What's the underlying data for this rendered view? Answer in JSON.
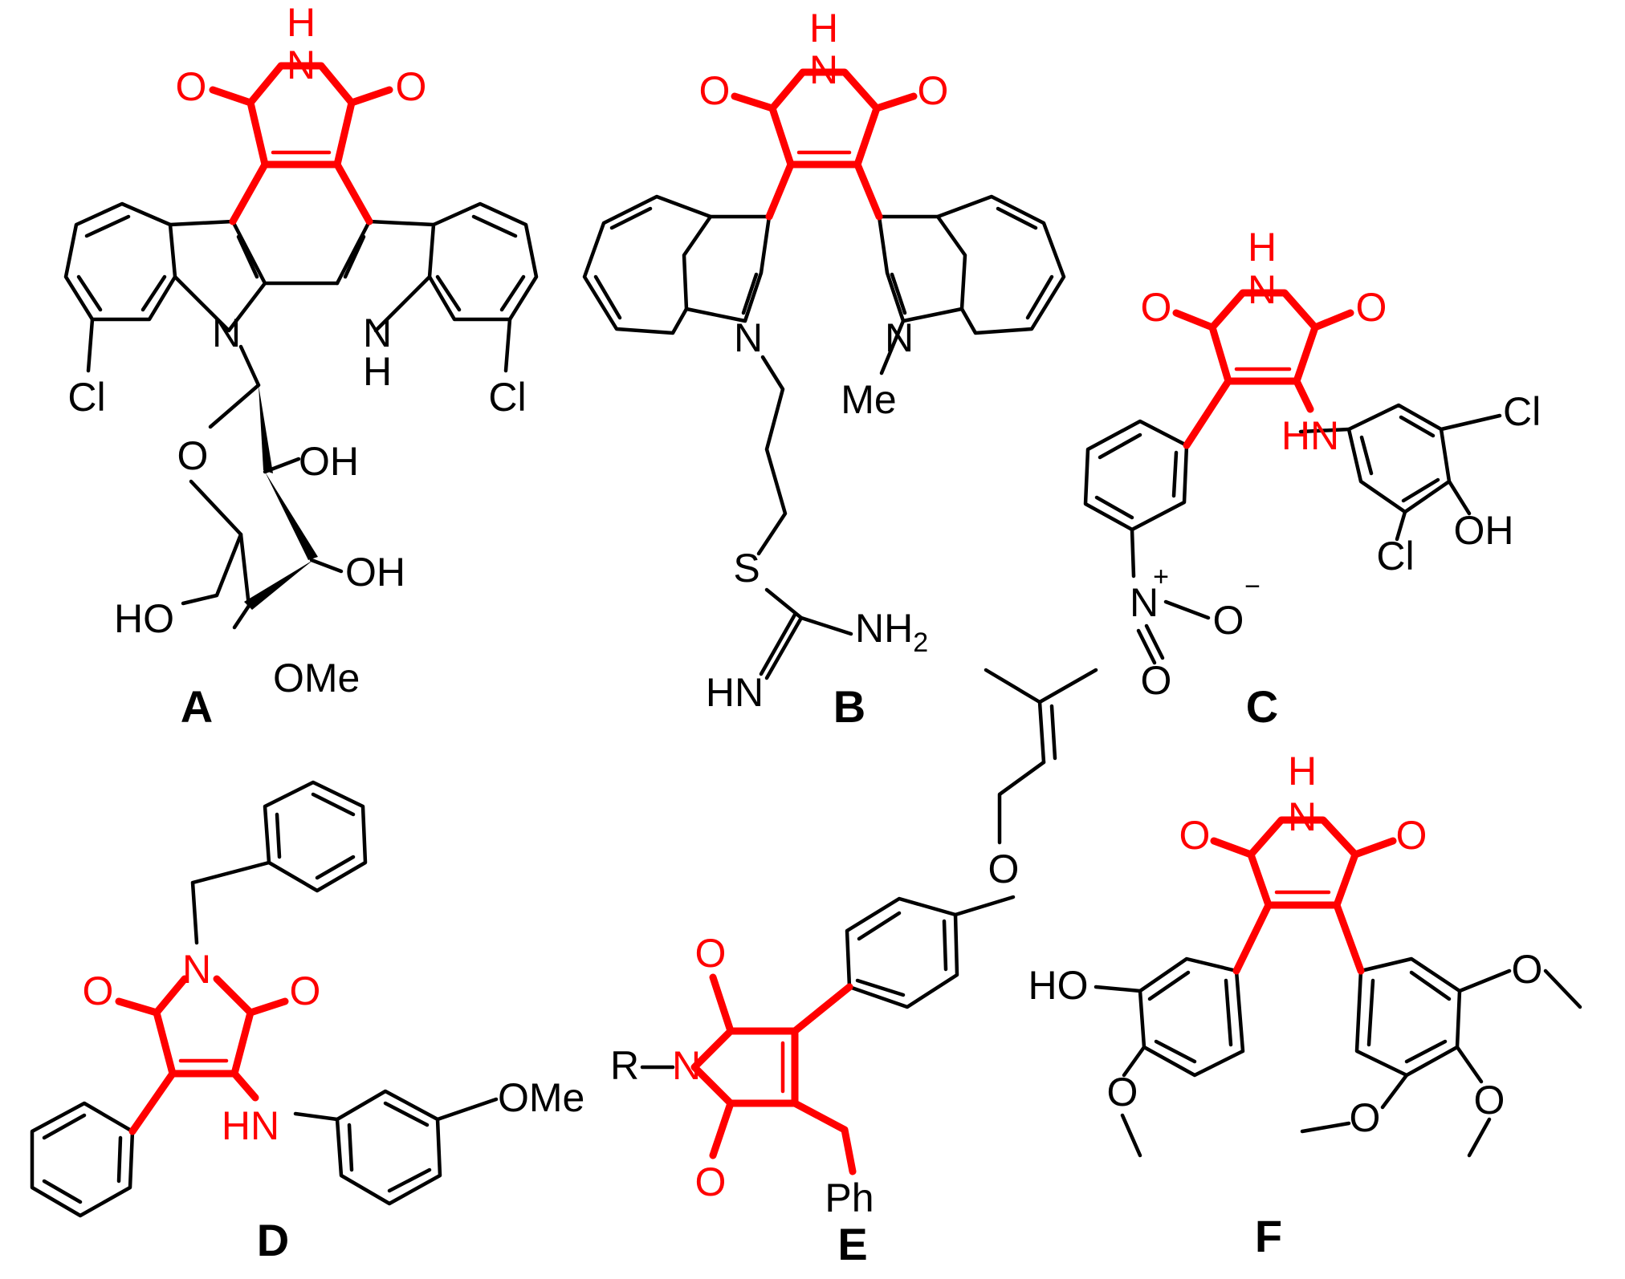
{
  "colors": {
    "core": "#ff0000",
    "bond": "#000000",
    "background": "#ffffff"
  },
  "compounds": [
    {
      "label": "A",
      "core_atoms": {
        "imide_h": "H",
        "imide_n": "N",
        "o_left": "O",
        "o_right": "O"
      },
      "atoms": {
        "n_indole": "N",
        "nh_n": "N",
        "nh_h": "H",
        "cl_left": "Cl",
        "cl_right": "Cl",
        "ring_o": "O",
        "oh1": "OH",
        "oh2": "OH",
        "ho": "HO",
        "ome": "OMe"
      }
    },
    {
      "label": "B",
      "core_atoms": {
        "imide_h": "H",
        "imide_n": "N",
        "o_left": "O",
        "o_right": "O"
      },
      "atoms": {
        "n_left": "N",
        "n_right": "N",
        "me": "Me",
        "s": "S",
        "nh2": "NH",
        "nh2_sub": "2",
        "hn": "HN"
      }
    },
    {
      "label": "C",
      "core_atoms": {
        "imide_h": "H",
        "imide_n": "N",
        "o_left": "O",
        "o_right": "O",
        "hn": "HN"
      },
      "atoms": {
        "cl1": "Cl",
        "cl2": "Cl",
        "oh": "OH",
        "nitro_n": "N",
        "plus": "+",
        "o_minus": "O",
        "minus": "−",
        "o_double": "O"
      }
    },
    {
      "label": "D",
      "core_atoms": {
        "o_left": "O",
        "n": "N",
        "o_right": "O",
        "hn": "HN"
      },
      "atoms": {
        "ome": "OMe"
      }
    },
    {
      "label": "E",
      "core_atoms": {
        "n": "N",
        "o_top": "O",
        "o_bottom": "O"
      },
      "atoms": {
        "r": "R",
        "ph": "Ph",
        "o_ether": "O"
      }
    },
    {
      "label": "F",
      "core_atoms": {
        "imide_h": "H",
        "imide_n": "N",
        "o_left": "O",
        "o_right": "O"
      },
      "atoms": {
        "ho": "HO",
        "o_a": "O",
        "o_b": "O",
        "o_c": "O",
        "o_d": "O"
      }
    }
  ]
}
